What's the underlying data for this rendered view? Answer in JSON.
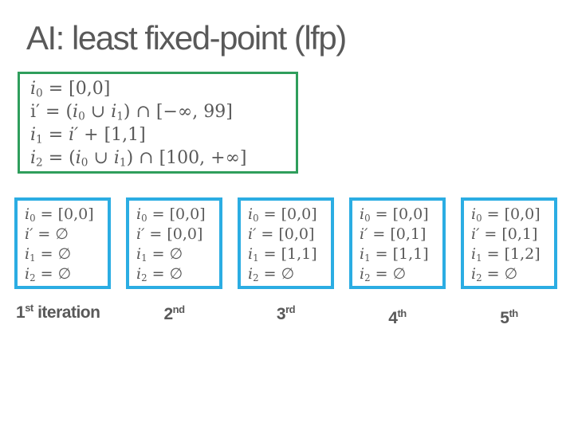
{
  "title": "AI: least fixed-point (lfp)",
  "colors": {
    "accent-green": "#2f9e5c",
    "accent-cyan": "#2bade3",
    "text-gray": "#595959"
  },
  "definition_box": {
    "lines": [
      [
        [
          "v",
          "i"
        ],
        [
          "s",
          "0"
        ],
        [
          "p",
          " = [0,0]"
        ]
      ],
      [
        [
          "p",
          "i′ = ("
        ],
        [
          "v",
          "i"
        ],
        [
          "s",
          "0"
        ],
        [
          "p",
          " ∪ "
        ],
        [
          "v",
          "i"
        ],
        [
          "s",
          "1"
        ],
        [
          "p",
          ") ∩ [−∞, 99]"
        ]
      ],
      [
        [
          "v",
          "i"
        ],
        [
          "s",
          "1"
        ],
        [
          "p",
          " = "
        ],
        [
          "v",
          "i′"
        ],
        [
          "p",
          " + [1,1]"
        ]
      ],
      [
        [
          "v",
          "i"
        ],
        [
          "s",
          "2"
        ],
        [
          "p",
          " = ("
        ],
        [
          "v",
          "i"
        ],
        [
          "s",
          "0"
        ],
        [
          "p",
          " ∪ "
        ],
        [
          "v",
          "i"
        ],
        [
          "s",
          "1"
        ],
        [
          "p",
          ") ∩ [100, +∞]"
        ]
      ]
    ]
  },
  "iterations": [
    {
      "label": {
        "num": "1",
        "ord": "st",
        "rest": " iteration"
      },
      "lines": [
        [
          [
            "v",
            "i"
          ],
          [
            "s",
            "0"
          ],
          [
            "p",
            " = [0,0]"
          ]
        ],
        [
          [
            "v",
            "i′"
          ],
          [
            "p",
            " = ∅"
          ]
        ],
        [
          [
            "v",
            "i"
          ],
          [
            "s",
            "1"
          ],
          [
            "p",
            " = ∅"
          ]
        ],
        [
          [
            "v",
            "i"
          ],
          [
            "s",
            "2"
          ],
          [
            "p",
            " = ∅"
          ]
        ]
      ]
    },
    {
      "label": {
        "num": "2",
        "ord": "nd",
        "rest": ""
      },
      "lines": [
        [
          [
            "v",
            "i"
          ],
          [
            "s",
            "0"
          ],
          [
            "p",
            " = [0,0]"
          ]
        ],
        [
          [
            "v",
            "i′"
          ],
          [
            "p",
            " = [0,0]"
          ]
        ],
        [
          [
            "v",
            "i"
          ],
          [
            "s",
            "1"
          ],
          [
            "p",
            " = ∅"
          ]
        ],
        [
          [
            "v",
            "i"
          ],
          [
            "s",
            "2"
          ],
          [
            "p",
            " = ∅"
          ]
        ]
      ]
    },
    {
      "label": {
        "num": "3",
        "ord": "rd",
        "rest": ""
      },
      "lines": [
        [
          [
            "v",
            "i"
          ],
          [
            "s",
            "0"
          ],
          [
            "p",
            " = [0,0]"
          ]
        ],
        [
          [
            "v",
            "i′"
          ],
          [
            "p",
            " = [0,0]"
          ]
        ],
        [
          [
            "v",
            "i"
          ],
          [
            "s",
            "1"
          ],
          [
            "p",
            " = [1,1]"
          ]
        ],
        [
          [
            "v",
            "i"
          ],
          [
            "s",
            "2"
          ],
          [
            "p",
            " = ∅"
          ]
        ]
      ]
    },
    {
      "label": {
        "num": "4",
        "ord": "th",
        "rest": ""
      },
      "lines": [
        [
          [
            "v",
            "i"
          ],
          [
            "s",
            "0"
          ],
          [
            "p",
            " = [0,0]"
          ]
        ],
        [
          [
            "v",
            "i′"
          ],
          [
            "p",
            " = [0,1]"
          ]
        ],
        [
          [
            "v",
            "i"
          ],
          [
            "s",
            "1"
          ],
          [
            "p",
            " = [1,1]"
          ]
        ],
        [
          [
            "v",
            "i"
          ],
          [
            "s",
            "2"
          ],
          [
            "p",
            " = ∅"
          ]
        ]
      ]
    },
    {
      "label": {
        "num": "5",
        "ord": "th",
        "rest": ""
      },
      "lines": [
        [
          [
            "v",
            "i"
          ],
          [
            "s",
            "0"
          ],
          [
            "p",
            " = [0,0]"
          ]
        ],
        [
          [
            "v",
            "i′"
          ],
          [
            "p",
            " = [0,1]"
          ]
        ],
        [
          [
            "v",
            "i"
          ],
          [
            "s",
            "1"
          ],
          [
            "p",
            " = [1,2]"
          ]
        ],
        [
          [
            "v",
            "i"
          ],
          [
            "s",
            "2"
          ],
          [
            "p",
            " = ∅"
          ]
        ]
      ]
    }
  ]
}
